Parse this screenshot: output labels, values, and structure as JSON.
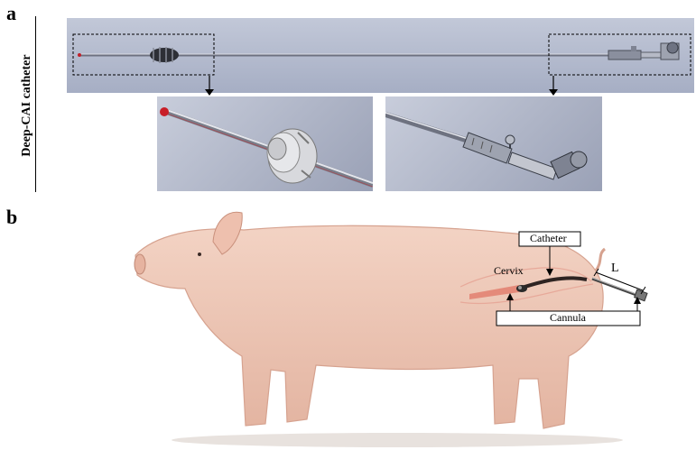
{
  "panel_a": {
    "letter": "a",
    "side_label": "Deep-CAI catheter"
  },
  "panel_b": {
    "letter": "b",
    "labels": {
      "catheter": "Catheter",
      "cervix": "Cervix",
      "cannula": "Cannula",
      "length": "L"
    }
  }
}
